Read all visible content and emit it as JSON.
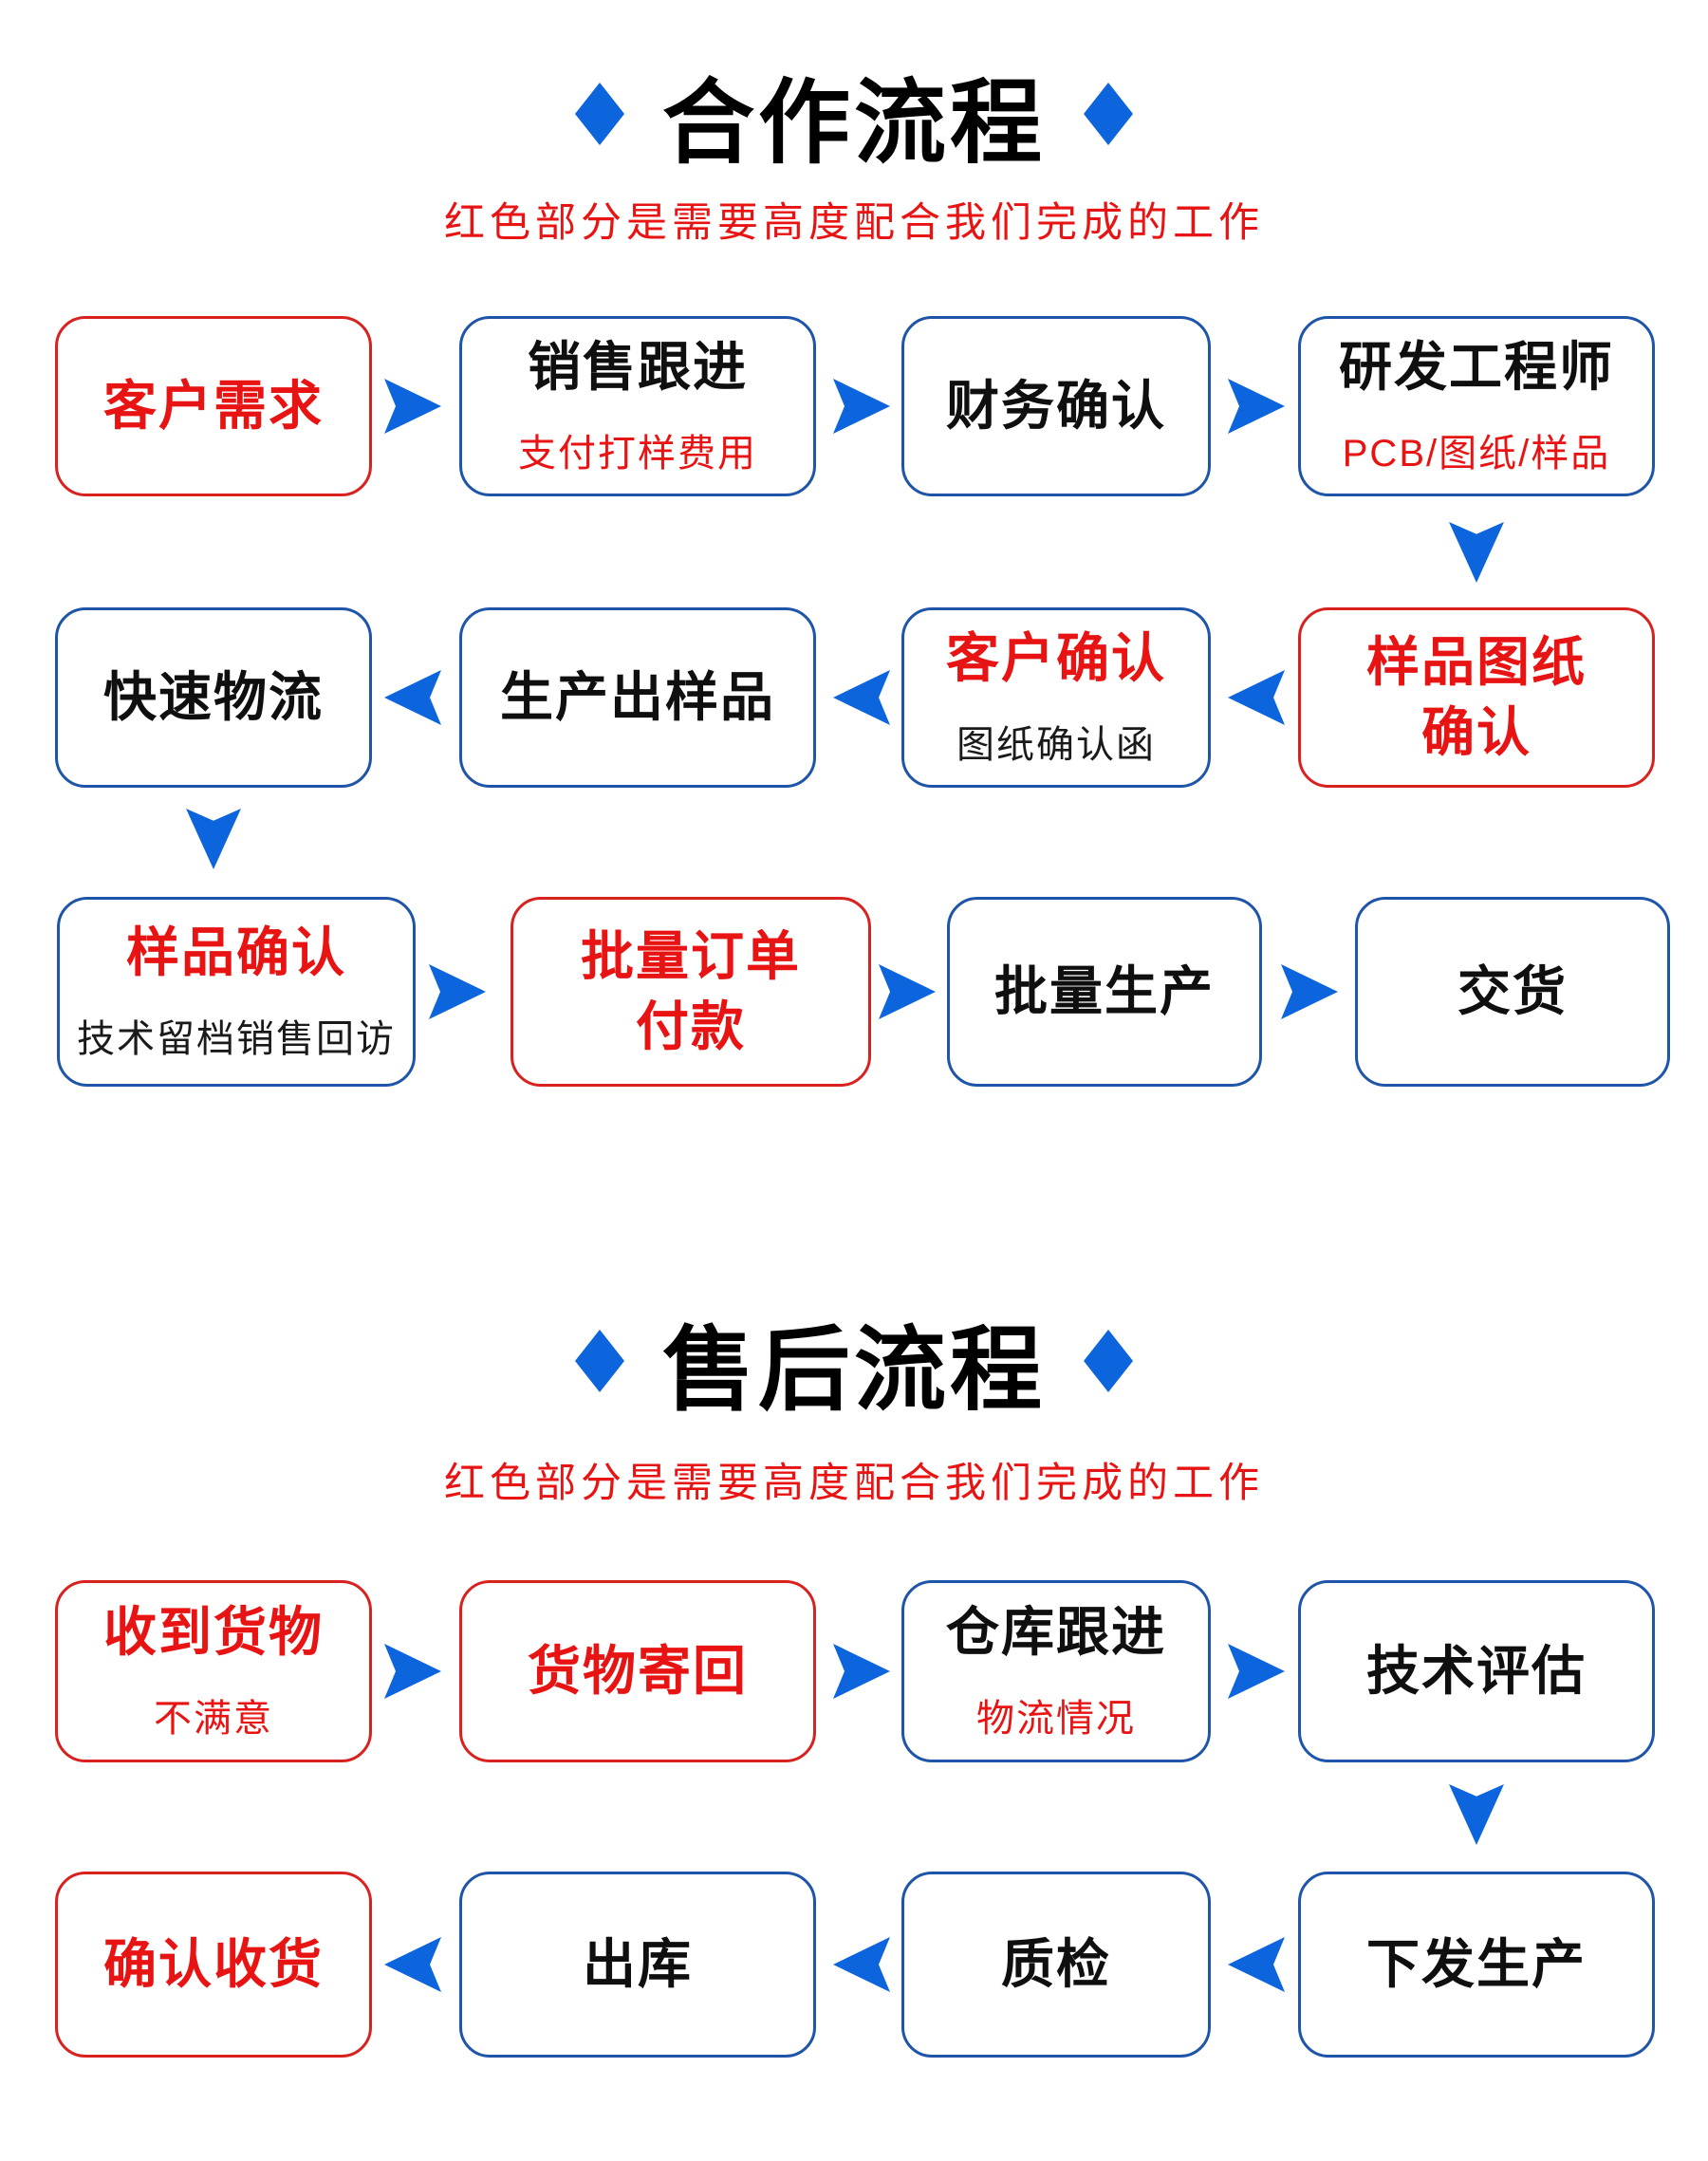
{
  "colors": {
    "arrow_blue": "#0d65dd",
    "border_blue": "#1e55a8",
    "border_red": "#d8221f",
    "text_red": "#e81414",
    "text_black": "#0f0f0f"
  },
  "sections": [
    {
      "title": "合作流程",
      "note": "红色部分是需要高度配合我们完成的工作",
      "nodes": [
        {
          "title": "客户需求"
        },
        {
          "title": "销售跟进",
          "subtitle": "支付打样费用"
        },
        {
          "title": "财务确认"
        },
        {
          "title": "研发工程师",
          "subtitle": "PCB/图纸/样品"
        },
        {
          "title": "快速物流"
        },
        {
          "title": "生产出样品"
        },
        {
          "title": "客户确认",
          "subtitle": "图纸确认函"
        },
        {
          "title": "样品图纸确认",
          "title_lines": [
            "样品图纸",
            "确认"
          ]
        },
        {
          "title": "样品确认",
          "subtitle": "技术留档销售回访"
        },
        {
          "title": "批量订单付款",
          "title_lines": [
            "批量订单",
            "付款"
          ]
        },
        {
          "title": "批量生产"
        },
        {
          "title": "交货"
        }
      ]
    },
    {
      "title": "售后流程",
      "note": "红色部分是需要高度配合我们完成的工作",
      "nodes": [
        {
          "title": "收到货物",
          "subtitle": "不满意"
        },
        {
          "title": "货物寄回"
        },
        {
          "title": "仓库跟进",
          "subtitle": "物流情况"
        },
        {
          "title": "技术评估"
        },
        {
          "title": "确认收货"
        },
        {
          "title": "出库"
        },
        {
          "title": "质检"
        },
        {
          "title": "下发生产"
        }
      ]
    }
  ]
}
